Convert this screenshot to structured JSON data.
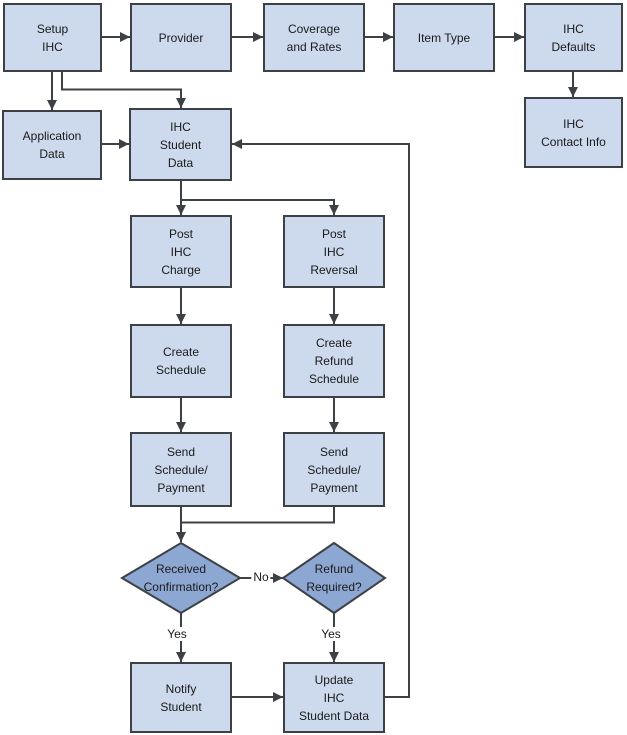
{
  "diagram": {
    "type": "flowchart",
    "colors": {
      "background": "#ffffff",
      "box_fill": "#cdd9ec",
      "diamond_fill": "#8da7d3",
      "line": "#3d4045",
      "text": "#1a1a1a"
    },
    "nodes": {
      "setup_ihc": {
        "label": "Setup\nIHC",
        "shape": "rect"
      },
      "provider": {
        "label": "Provider",
        "shape": "rect"
      },
      "coverage_and_rates": {
        "label": "Coverage\nand Rates",
        "shape": "rect"
      },
      "item_type": {
        "label": "Item Type",
        "shape": "rect"
      },
      "ihc_defaults": {
        "label": "IHC\nDefaults",
        "shape": "rect"
      },
      "ihc_contact_info": {
        "label": "IHC\nContact Info",
        "shape": "rect"
      },
      "application_data": {
        "label": "Application\nData",
        "shape": "rect"
      },
      "ihc_student_data": {
        "label": "IHC\nStudent\nData",
        "shape": "rect"
      },
      "post_ihc_charge": {
        "label": "Post\nIHC\nCharge",
        "shape": "rect"
      },
      "post_ihc_reversal": {
        "label": "Post\nIHC\nReversal",
        "shape": "rect"
      },
      "create_schedule": {
        "label": "Create\nSchedule",
        "shape": "rect"
      },
      "create_refund_schedule": {
        "label": "Create\nRefund\nSchedule",
        "shape": "rect"
      },
      "send_schedule_payment_left": {
        "label": "Send\nSchedule/\nPayment",
        "shape": "rect"
      },
      "send_schedule_payment_right": {
        "label": "Send\nSchedule/\nPayment",
        "shape": "rect"
      },
      "received_confirmation": {
        "label": "Received\nConfirmation?",
        "shape": "diamond"
      },
      "refund_required": {
        "label": "Refund\nRequired?",
        "shape": "diamond"
      },
      "notify_student": {
        "label": "Notify\nStudent",
        "shape": "rect"
      },
      "update_ihc_student_data": {
        "label": "Update\nIHC\nStudent Data",
        "shape": "rect"
      }
    },
    "edge_labels": {
      "no": "No",
      "yes_left": "Yes",
      "yes_right": "Yes"
    },
    "edges": [
      {
        "from": "setup_ihc",
        "to": "provider"
      },
      {
        "from": "provider",
        "to": "coverage_and_rates"
      },
      {
        "from": "coverage_and_rates",
        "to": "item_type"
      },
      {
        "from": "item_type",
        "to": "ihc_defaults"
      },
      {
        "from": "ihc_defaults",
        "to": "ihc_contact_info"
      },
      {
        "from": "setup_ihc",
        "to": "application_data"
      },
      {
        "from": "setup_ihc",
        "to": "ihc_student_data"
      },
      {
        "from": "application_data",
        "to": "ihc_student_data"
      },
      {
        "from": "ihc_student_data",
        "to": "post_ihc_charge"
      },
      {
        "from": "ihc_student_data",
        "to": "post_ihc_reversal"
      },
      {
        "from": "post_ihc_charge",
        "to": "create_schedule"
      },
      {
        "from": "post_ihc_reversal",
        "to": "create_refund_schedule"
      },
      {
        "from": "create_schedule",
        "to": "send_schedule_payment_left"
      },
      {
        "from": "create_refund_schedule",
        "to": "send_schedule_payment_right"
      },
      {
        "from": "send_schedule_payment_left",
        "to": "received_confirmation"
      },
      {
        "from": "send_schedule_payment_right",
        "to": "received_confirmation"
      },
      {
        "from": "received_confirmation",
        "to": "refund_required",
        "label": "No"
      },
      {
        "from": "received_confirmation",
        "to": "notify_student",
        "label": "Yes"
      },
      {
        "from": "refund_required",
        "to": "update_ihc_student_data",
        "label": "Yes"
      },
      {
        "from": "notify_student",
        "to": "update_ihc_student_data"
      },
      {
        "from": "update_ihc_student_data",
        "to": "ihc_student_data"
      }
    ]
  }
}
